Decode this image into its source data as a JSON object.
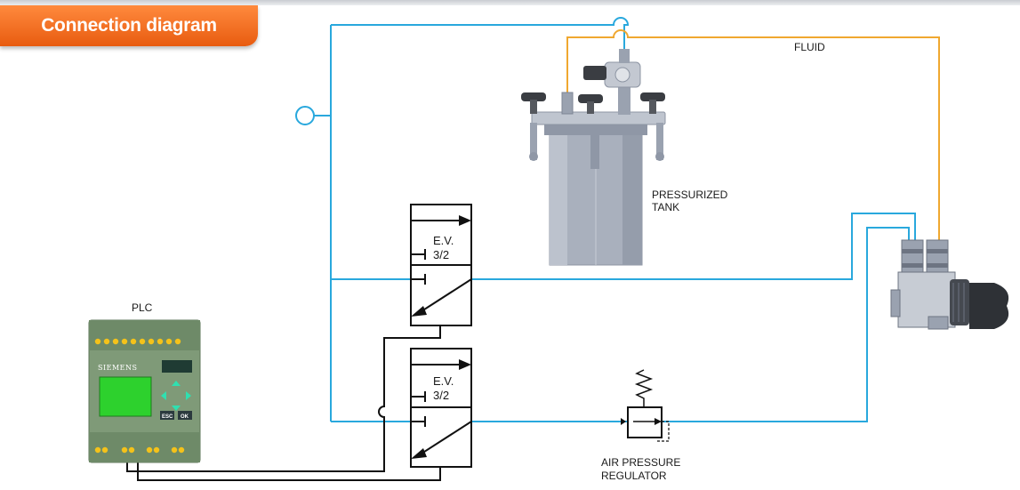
{
  "header": {
    "title": "Connection diagram"
  },
  "labels": {
    "fluid": "FLUID",
    "tank_line1": "PRESSURIZED",
    "tank_line2": "TANK",
    "valve1_line1": "E.V.",
    "valve1_line2": "3/2",
    "valve2_line1": "E.V.",
    "valve2_line2": "3/2",
    "plc": "PLC",
    "plc_brand": "SIEMENS",
    "plc_esc": "ESC",
    "plc_ok": "OK",
    "regulator_line1": "AIR PRESSURE",
    "regulator_line2": "REGULATOR"
  },
  "colors": {
    "air_line": "#29a8dd",
    "fluid_line": "#f0a830",
    "header": "#f26a1b",
    "plc_body": "#7f9a78",
    "tank_body": "#a9b0bd"
  }
}
